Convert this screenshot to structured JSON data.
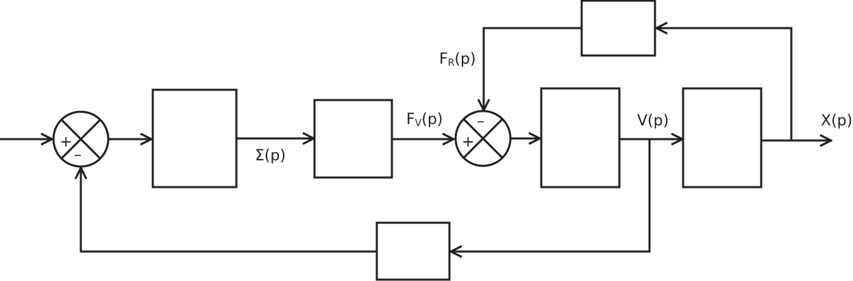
{
  "diagram": {
    "labels": {
      "sigma": "Σ(p)",
      "fv_main": "F",
      "fv_sub": "V",
      "fv_arg": "(p)",
      "fr_main": "F",
      "fr_sub": "R",
      "fr_arg": "(p)",
      "v": "V(p)",
      "x": "X(p)"
    },
    "sum1": {
      "plus": "+",
      "minus": "–"
    },
    "sum2": {
      "plus": "+",
      "minus": "–"
    }
  }
}
